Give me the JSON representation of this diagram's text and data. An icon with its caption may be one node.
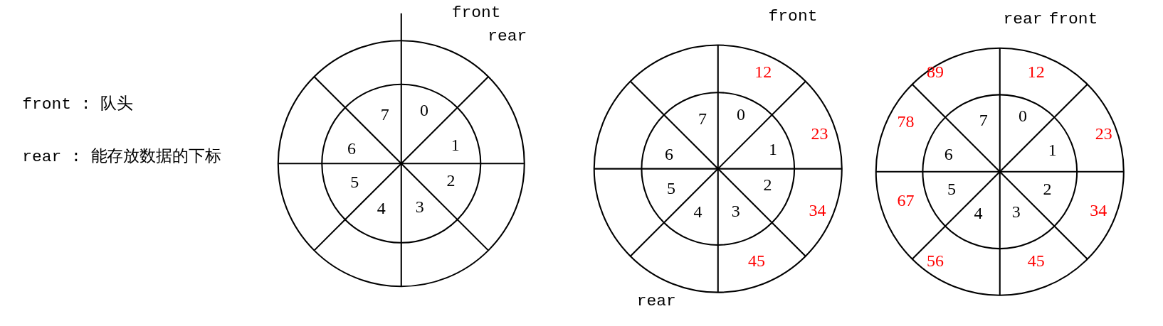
{
  "diagram": {
    "labels": [
      "front : 队头",
      "rear : 能存放数据的下标",
      "front",
      "rear",
      "7",
      "0",
      "6",
      "1",
      "5",
      "2",
      "4",
      "3",
      "front",
      "12",
      "7",
      "0",
      "23",
      "6",
      "1",
      "5",
      "2",
      "4",
      "3",
      "34",
      "45",
      "rear",
      "rear",
      "front",
      "89",
      "12",
      "7",
      "0",
      "78",
      "23",
      "6",
      "1",
      "5",
      "2",
      "67",
      "4",
      "3",
      "34",
      "56",
      "45"
    ]
  }
}
